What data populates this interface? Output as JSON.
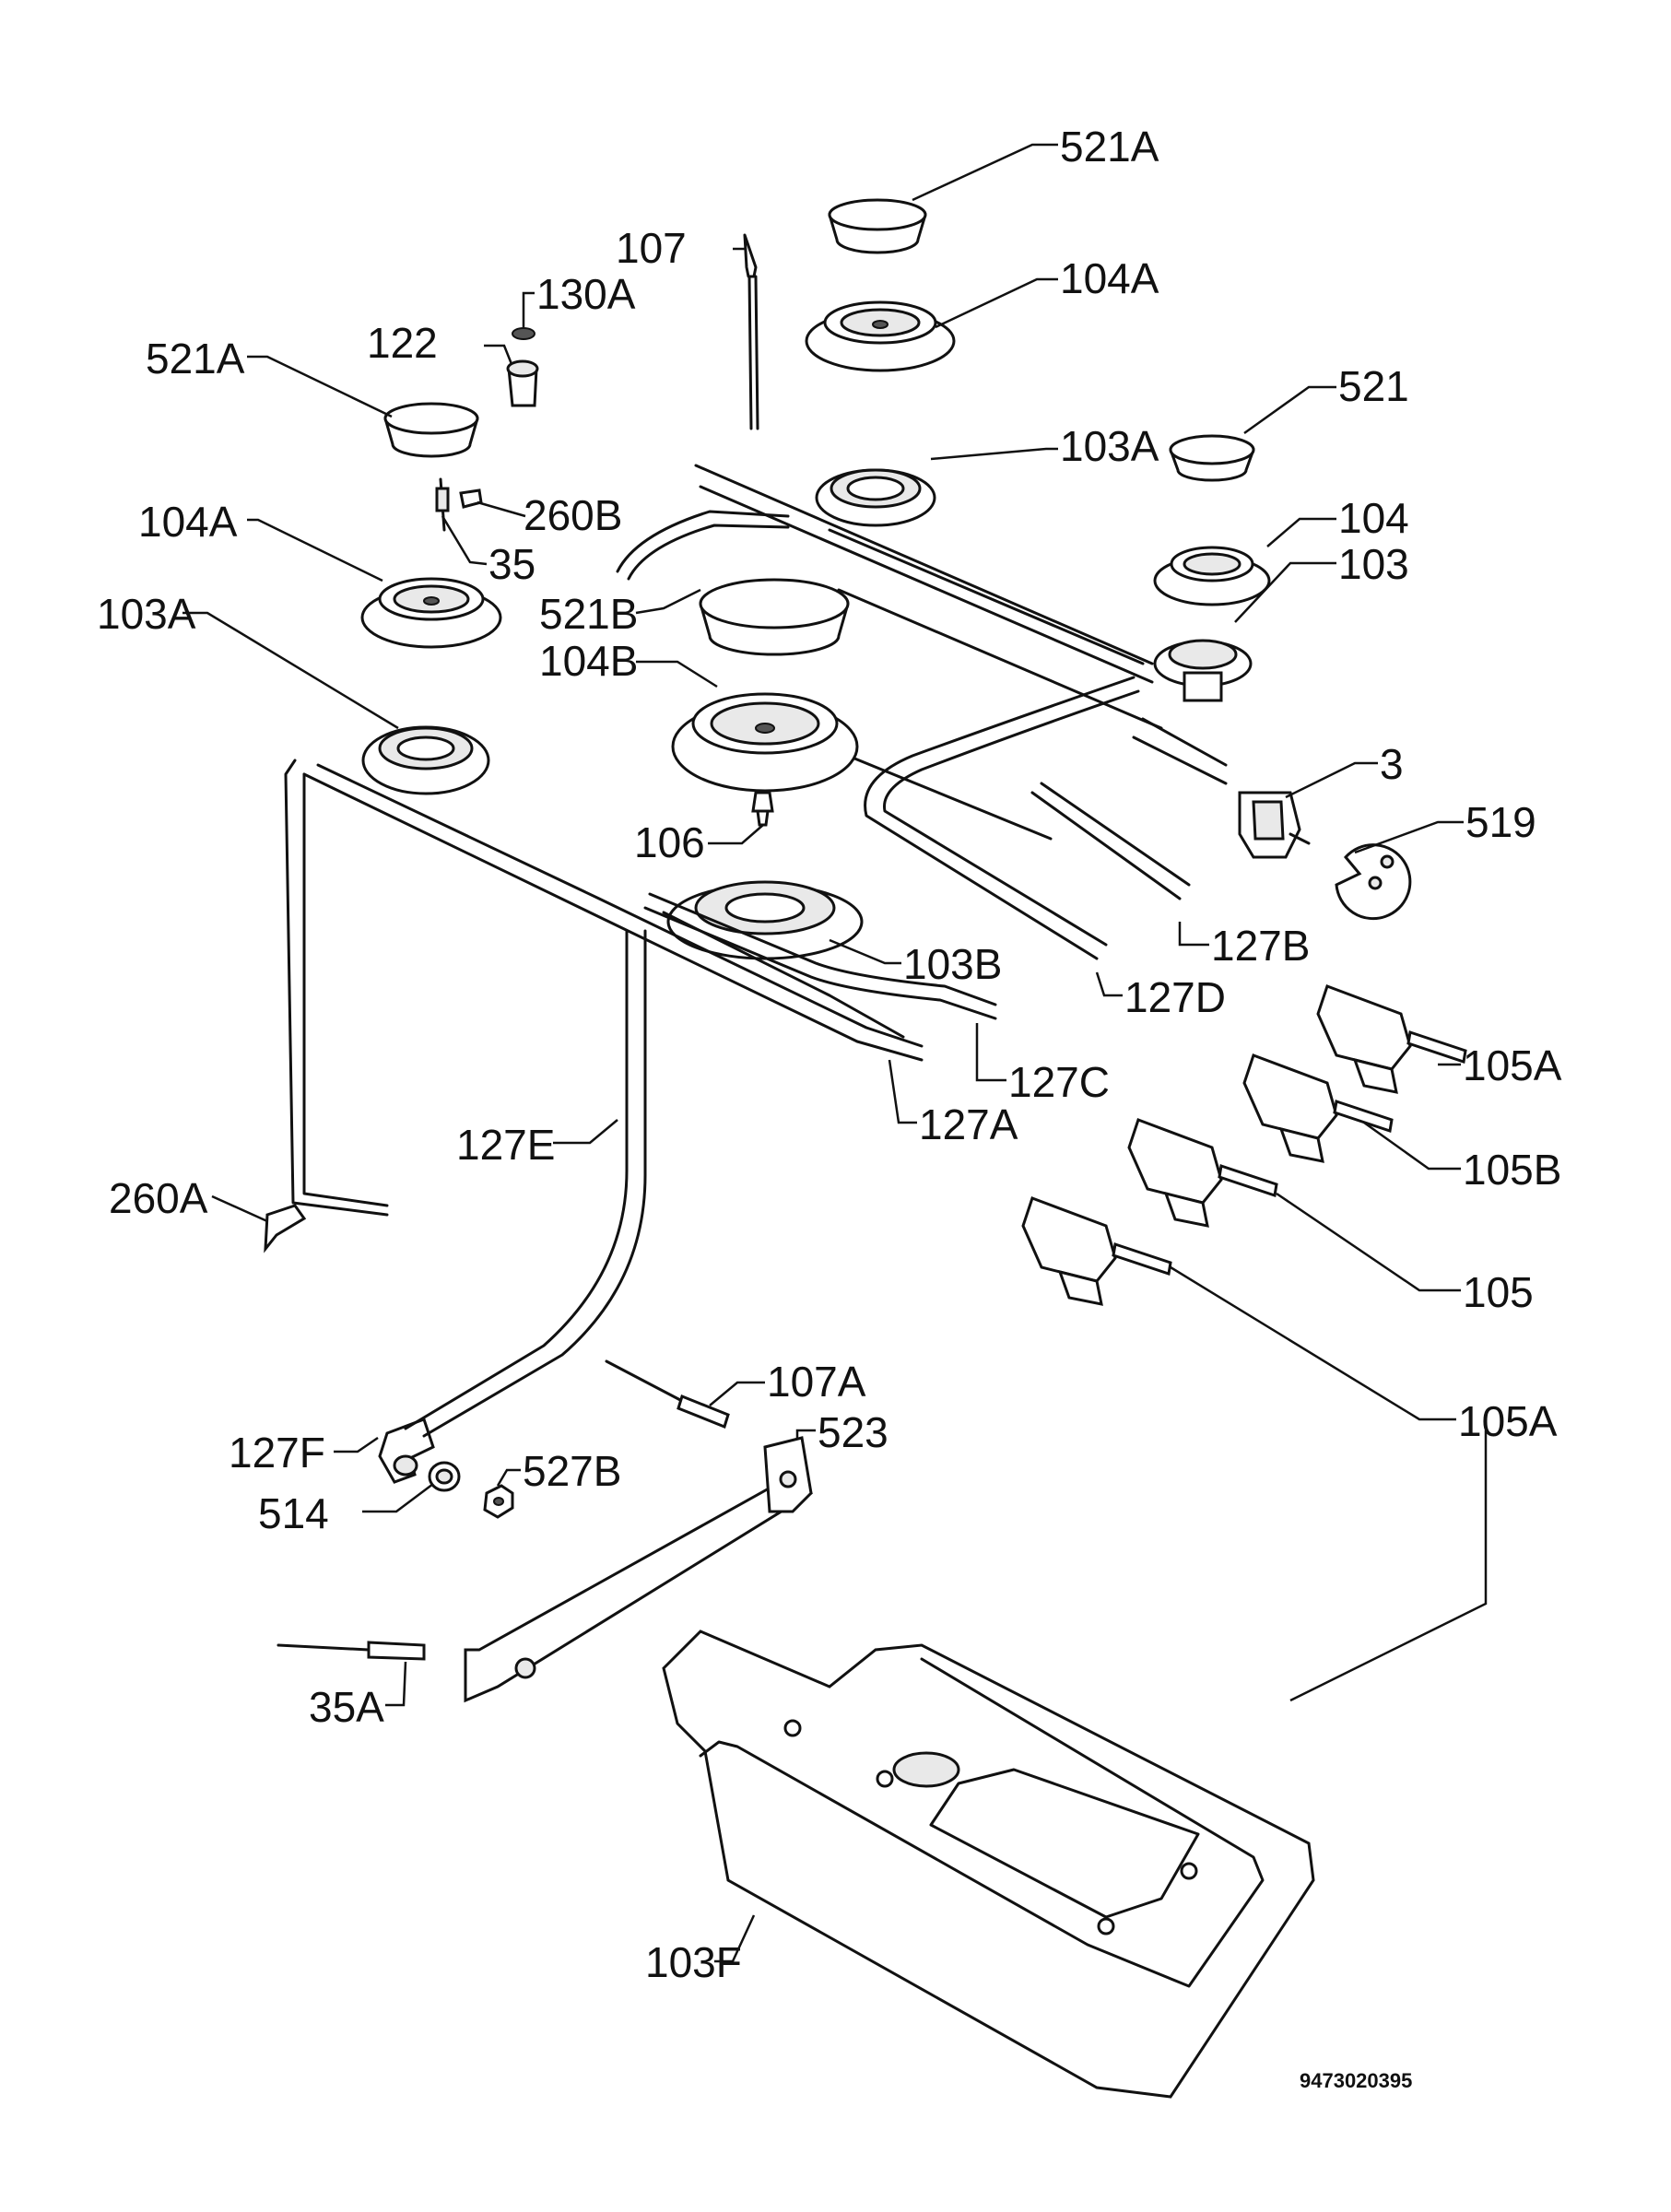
{
  "document_number": "9473020395",
  "callouts": [
    "521A",
    "107",
    "104A",
    "130A",
    "122",
    "521A",
    "103A",
    "521",
    "260B",
    "104A",
    "104",
    "35",
    "103",
    "521B",
    "103A",
    "104B",
    "3",
    "519",
    "106",
    "127B",
    "103B",
    "127D",
    "105A",
    "127C",
    "127A",
    "105B",
    "127E",
    "105",
    "260A",
    "105A",
    "107A",
    "523",
    "127F",
    "527B",
    "514",
    "35A",
    "103F"
  ]
}
